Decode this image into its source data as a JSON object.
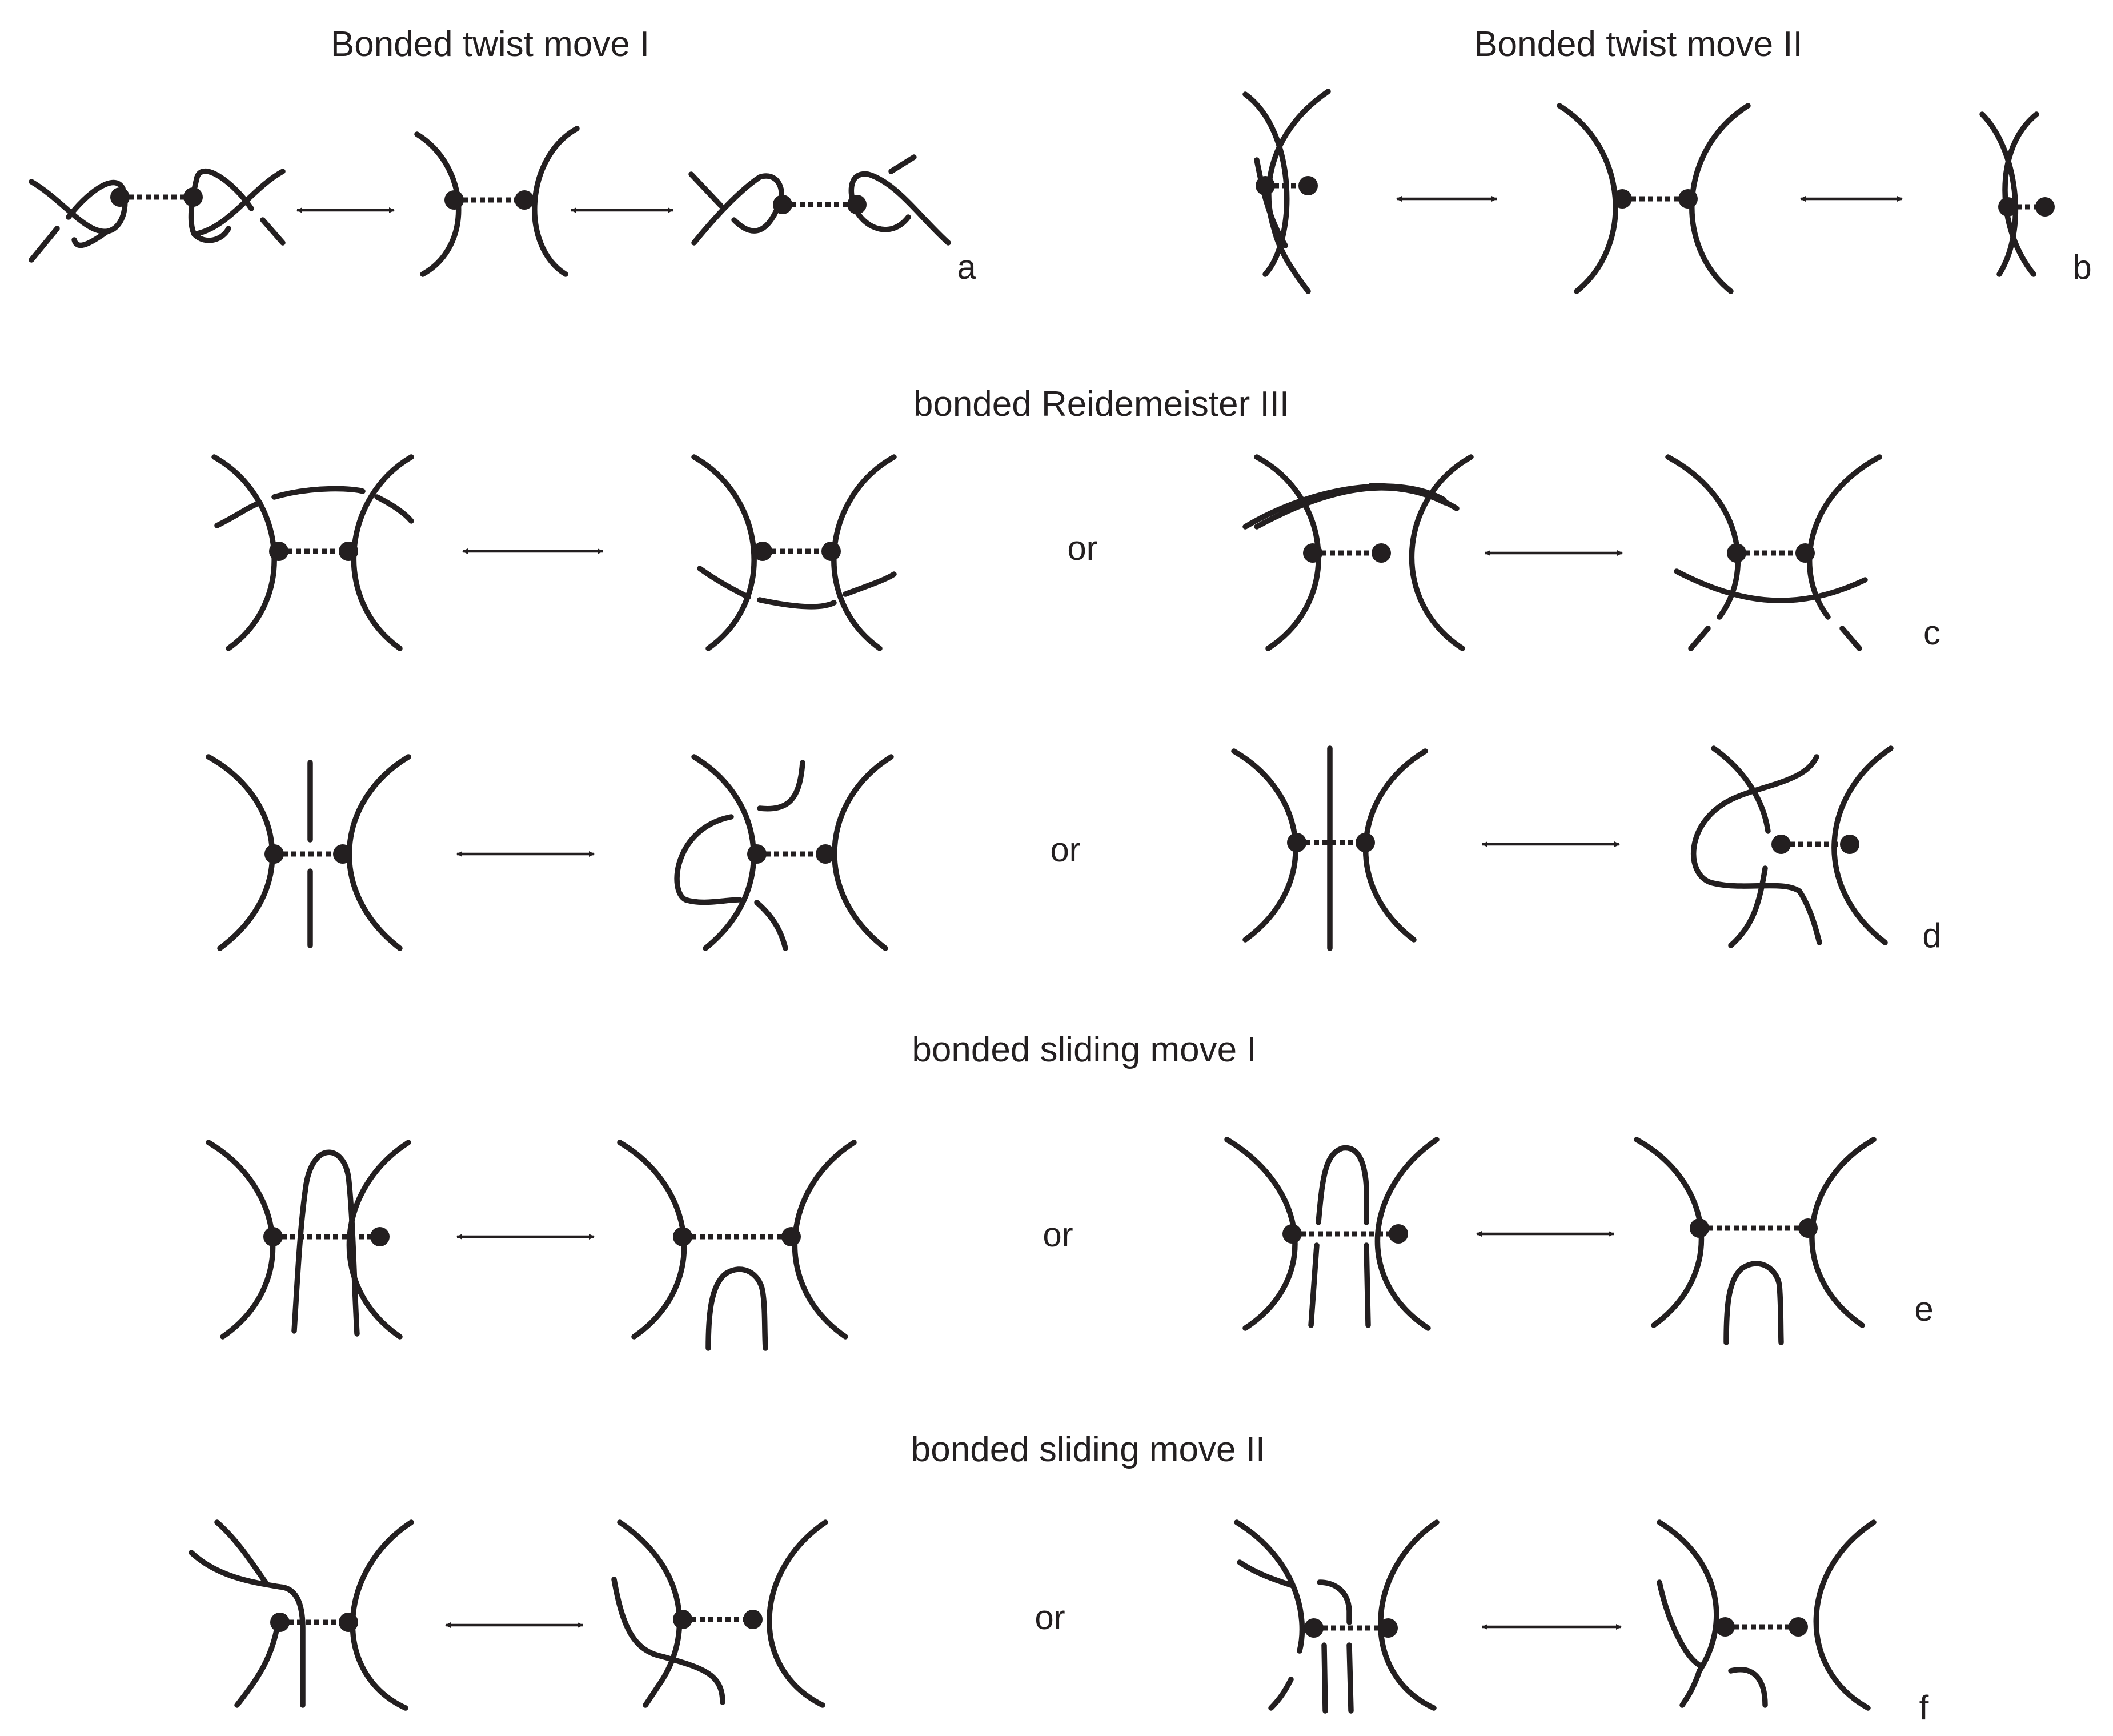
{
  "titles": {
    "twist1": "Bonded twist move I",
    "twist2": "Bonded twist move II",
    "reid3": "bonded Reidemeister III",
    "slide1": "bonded sliding move I",
    "slide2": "bonded sliding move II"
  },
  "labels": {
    "a": "a",
    "b": "b",
    "c": "c",
    "d": "d",
    "e": "e",
    "f": "f"
  },
  "or_text": "or"
}
